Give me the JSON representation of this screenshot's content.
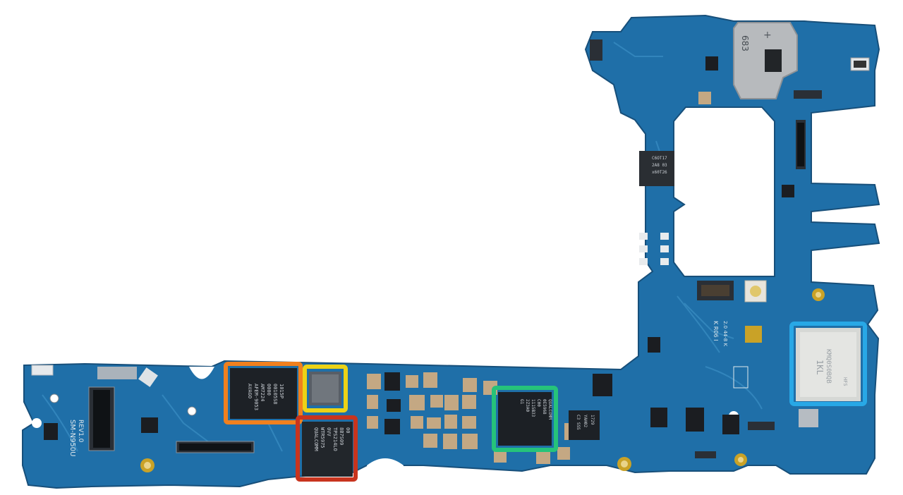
{
  "board": {
    "pcb_color": "#1f6fa8",
    "pcb_dark": "#155a8c",
    "trace_color": "#3b8fc4",
    "gold_color": "#c9a227"
  },
  "highlights": [
    {
      "name": "orange-highlight",
      "color": "#f0801e"
    },
    {
      "name": "yellow-highlight",
      "color": "#ecd216"
    },
    {
      "name": "red-highlight",
      "color": "#c8341e"
    },
    {
      "name": "green-highlight",
      "color": "#26c37a"
    },
    {
      "name": "light-blue-highlight",
      "color": "#28a8e6"
    }
  ],
  "labels": {
    "avago_chip": [
      "AVAGO",
      "AFEM-9053",
      "AM7224",
      "0000",
      "00105S8",
      "1015P"
    ],
    "qualcomm_transceiver": [
      "QUALCOMM",
      "WTR5975",
      "0VV",
      "TPS214LO",
      "8B7S09",
      "00"
    ],
    "green_chip": [
      "G1",
      "2Z3A0",
      "1115B33",
      "C00",
      "0E5968",
      "QUALCOMM"
    ],
    "memory_module": [
      "KMQ0S0BQB",
      "1KL",
      "HFS"
    ],
    "mid_chip": [
      "C3 SSS",
      "YAH02",
      "1729"
    ],
    "upper_chip": [
      "C6OT17",
      "2A8 03",
      "x60T26"
    ],
    "camera_shield": "683",
    "left_silk": "SM-N950U",
    "left_silk2": "REV1.0",
    "mid_silk": "K R06 I",
    "date_silk": "2.0 44-8 K"
  }
}
